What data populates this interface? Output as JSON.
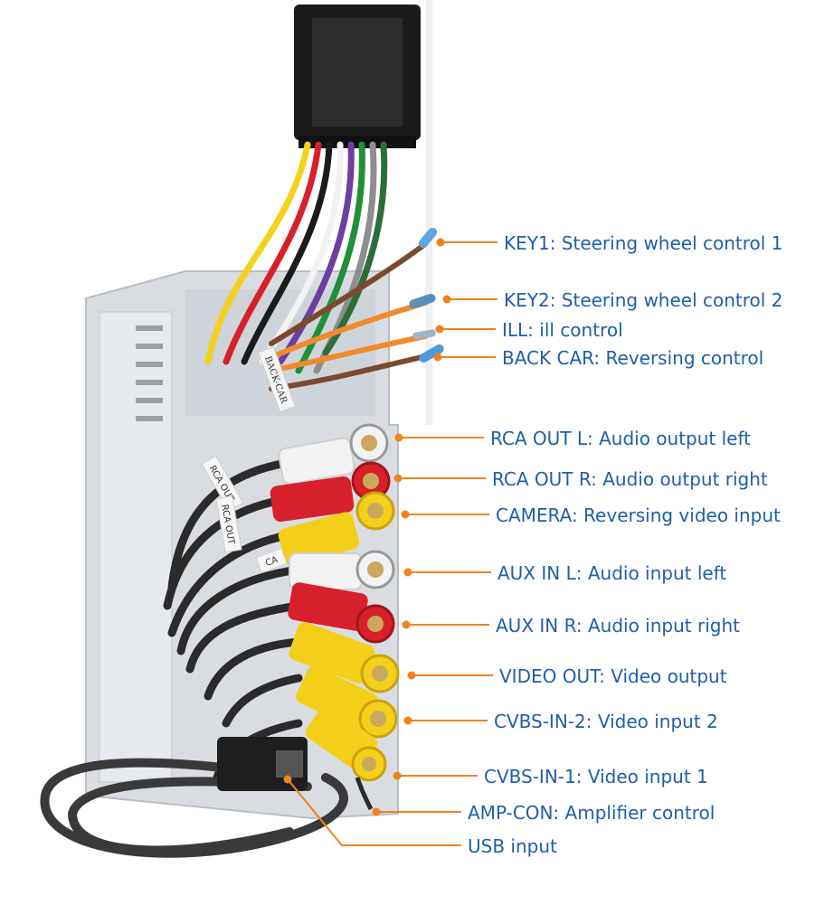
{
  "colors": {
    "label_text": "#1f5fa8",
    "leader_line": "#f0831e",
    "rca_white": "#f2f2f2",
    "rca_red": "#d8202a",
    "rca_yellow": "#f4cf1a",
    "cable": "#2b2b2b",
    "chassis": "#d9dde2",
    "connector": "#1b1b1b"
  },
  "labels": [
    {
      "id": "key1",
      "text": "KEY1: Steering wheel control 1"
    },
    {
      "id": "key2",
      "text": "KEY2: Steering wheel control 2"
    },
    {
      "id": "ill",
      "text": "ILL: ill control"
    },
    {
      "id": "back-car",
      "text": "BACK CAR: Reversing control"
    },
    {
      "id": "rca-out-l",
      "text": "RCA OUT L: Audio output left"
    },
    {
      "id": "rca-out-r",
      "text": "RCA OUT R: Audio output right"
    },
    {
      "id": "camera",
      "text": "CAMERA: Reversing video input"
    },
    {
      "id": "aux-in-l",
      "text": "AUX IN L: Audio input left"
    },
    {
      "id": "aux-in-r",
      "text": "AUX IN R: Audio input right"
    },
    {
      "id": "video-out",
      "text": "VIDEO OUT: Video output"
    },
    {
      "id": "cvbs-in-2",
      "text": "CVBS-IN-2: Video input 2"
    },
    {
      "id": "cvbs-in-1",
      "text": "CVBS-IN-1: Video input 1"
    },
    {
      "id": "amp-con",
      "text": "AMP-CON: Amplifier control"
    },
    {
      "id": "usb",
      "text": "USB input"
    }
  ],
  "wire_tags": [
    "BACK-CAR",
    "RCA OUT",
    "RCA OUT",
    "CA"
  ]
}
